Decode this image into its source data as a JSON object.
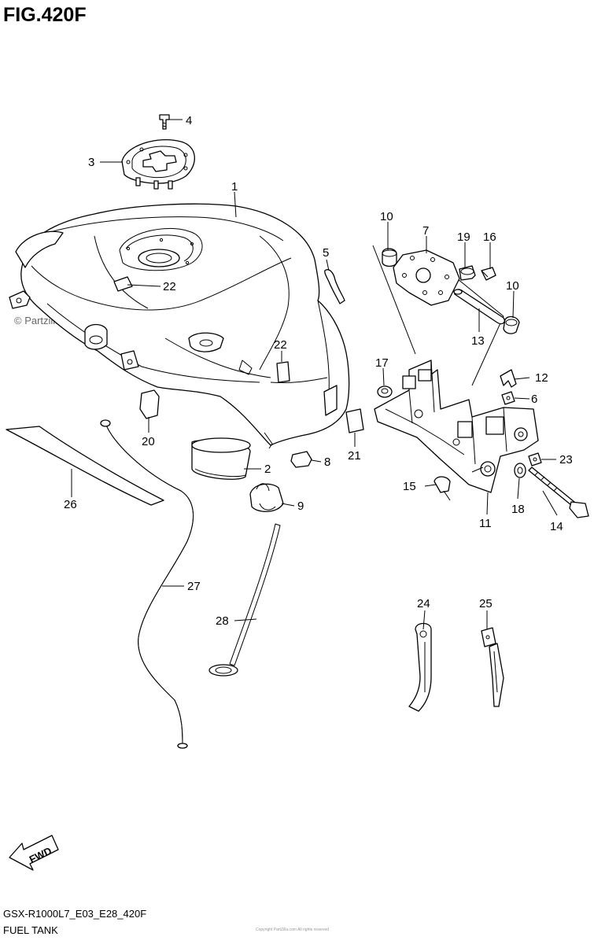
{
  "figure": {
    "title": "FIG.420F",
    "model_code": "GSX-R1000L7_E03_E28_420F",
    "caption": "FUEL TANK",
    "watermark": "© Partzilla.com",
    "fwd_label": "FWD",
    "footer_small": "Copyright PartZilla.com All rights reserved"
  },
  "callouts": [
    {
      "id": "c1",
      "text": "1"
    },
    {
      "id": "c2",
      "text": "2"
    },
    {
      "id": "c3",
      "text": "3"
    },
    {
      "id": "c4",
      "text": "4"
    },
    {
      "id": "c5",
      "text": "5"
    },
    {
      "id": "c6",
      "text": "6"
    },
    {
      "id": "c7",
      "text": "7"
    },
    {
      "id": "c8",
      "text": "8"
    },
    {
      "id": "c9",
      "text": "9"
    },
    {
      "id": "c10a",
      "text": "10"
    },
    {
      "id": "c10b",
      "text": "10"
    },
    {
      "id": "c11",
      "text": "11"
    },
    {
      "id": "c12",
      "text": "12"
    },
    {
      "id": "c13",
      "text": "13"
    },
    {
      "id": "c14",
      "text": "14"
    },
    {
      "id": "c15",
      "text": "15"
    },
    {
      "id": "c16",
      "text": "16"
    },
    {
      "id": "c17",
      "text": "17"
    },
    {
      "id": "c18",
      "text": "18"
    },
    {
      "id": "c19",
      "text": "19"
    },
    {
      "id": "c20",
      "text": "20"
    },
    {
      "id": "c21",
      "text": "21"
    },
    {
      "id": "c22a",
      "text": "22"
    },
    {
      "id": "c22b",
      "text": "22"
    },
    {
      "id": "c23",
      "text": "23"
    },
    {
      "id": "c24",
      "text": "24"
    },
    {
      "id": "c25",
      "text": "25"
    },
    {
      "id": "c26",
      "text": "26"
    },
    {
      "id": "c27",
      "text": "27"
    },
    {
      "id": "c28",
      "text": "28"
    }
  ]
}
